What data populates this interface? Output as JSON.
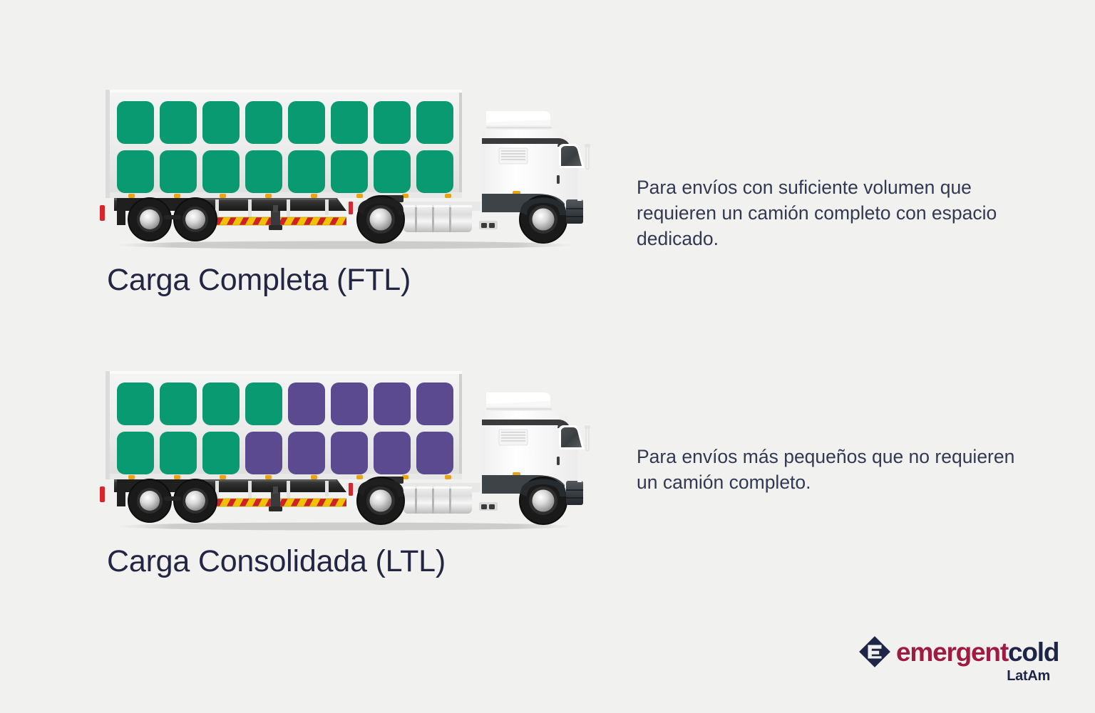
{
  "page": {
    "background_color": "#F1F1F0",
    "title_color": "#242543",
    "body_text_color": "#333950"
  },
  "palette": {
    "green": "#0A9A72",
    "purple": "#5B4A8F",
    "navy": "#1F2547",
    "crimson": "#9E1B44",
    "marker_orange": "#E8A317",
    "reflector_red": "#D8262C",
    "stripe_yellow": "#F2C200",
    "tire_black": "#262626",
    "body_white": "#FDFDFD",
    "trailer_frame_gray": "#CFCFCF"
  },
  "sections": [
    {
      "id": "ftl",
      "title": "Carga Completa (FTL)",
      "description": "Para envíos con suficiente volumen que requieren un camión completo con espacio dedicado.",
      "description_lines": [
        "Para envíos con suficiente volumen",
        "que requieren un camión completo",
        "con espacio dedicado."
      ],
      "truck": {
        "name": "semi-truck-full-load",
        "cargo_rows": [
          [
            "green",
            "green",
            "green",
            "green",
            "green",
            "green",
            "green",
            "green"
          ],
          [
            "green",
            "green",
            "green",
            "green",
            "green",
            "green",
            "green",
            "green"
          ]
        ],
        "cargo_counts": {
          "green": 16,
          "purple": 0,
          "total": 16
        }
      }
    },
    {
      "id": "ltl",
      "title": "Carga Consolidada (LTL)",
      "description": "Para envíos más pequeños que no requieren un camión completo.",
      "description_lines": [
        "Para envíos más pequeños que no",
        "requieren un camión completo."
      ],
      "truck": {
        "name": "semi-truck-partial-load",
        "cargo_rows": [
          [
            "green",
            "green",
            "green",
            "green",
            "purple",
            "purple",
            "purple",
            "purple"
          ],
          [
            "green",
            "green",
            "green",
            "purple",
            "purple",
            "purple",
            "purple",
            "purple"
          ]
        ],
        "cargo_counts": {
          "green": 7,
          "purple": 9,
          "total": 16
        }
      }
    }
  ],
  "logo": {
    "name": "emergentcold-latam-logo",
    "mark": "diamond-e-icon",
    "word_primary": "emergent",
    "word_secondary": "cold",
    "subtitle": "LatAm"
  }
}
